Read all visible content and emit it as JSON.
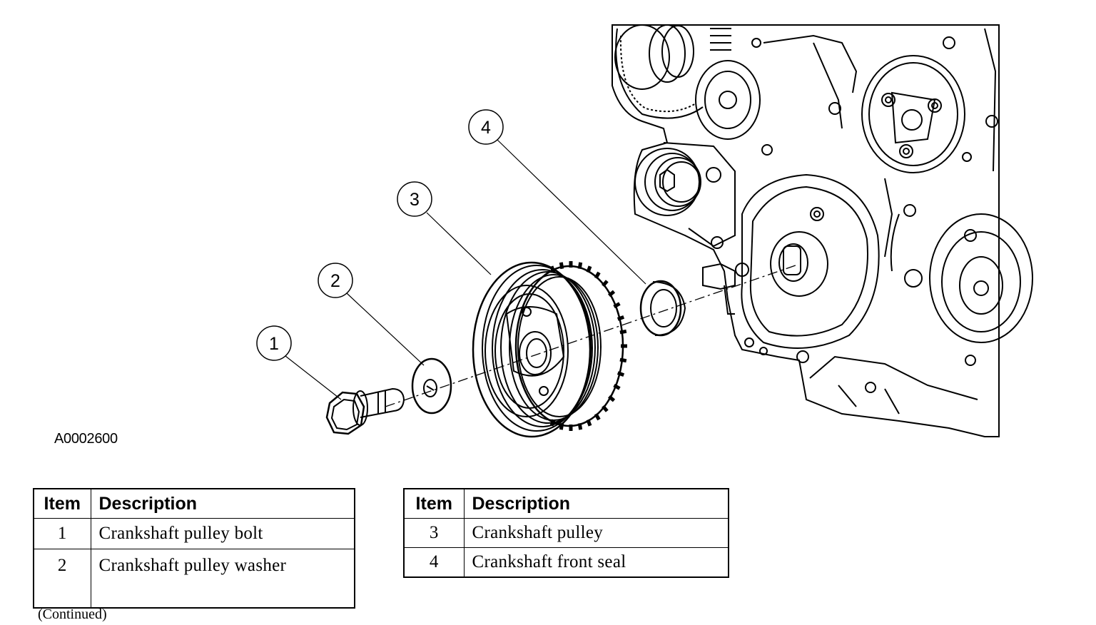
{
  "callouts": [
    {
      "number": "1"
    },
    {
      "number": "2"
    },
    {
      "number": "3"
    },
    {
      "number": "4"
    }
  ],
  "figure_id": "A0002600",
  "tables": [
    {
      "headers": {
        "item": "Item",
        "description": "Description"
      },
      "rows": [
        {
          "item": "1",
          "description": "Crankshaft pulley bolt"
        },
        {
          "item": "2",
          "description": "Crankshaft pulley washer"
        }
      ]
    },
    {
      "headers": {
        "item": "Item",
        "description": "Description"
      },
      "rows": [
        {
          "item": "3",
          "description": "Crankshaft pulley"
        },
        {
          "item": "4",
          "description": "Crankshaft front seal"
        }
      ]
    }
  ],
  "footer_note": "(Continued)"
}
